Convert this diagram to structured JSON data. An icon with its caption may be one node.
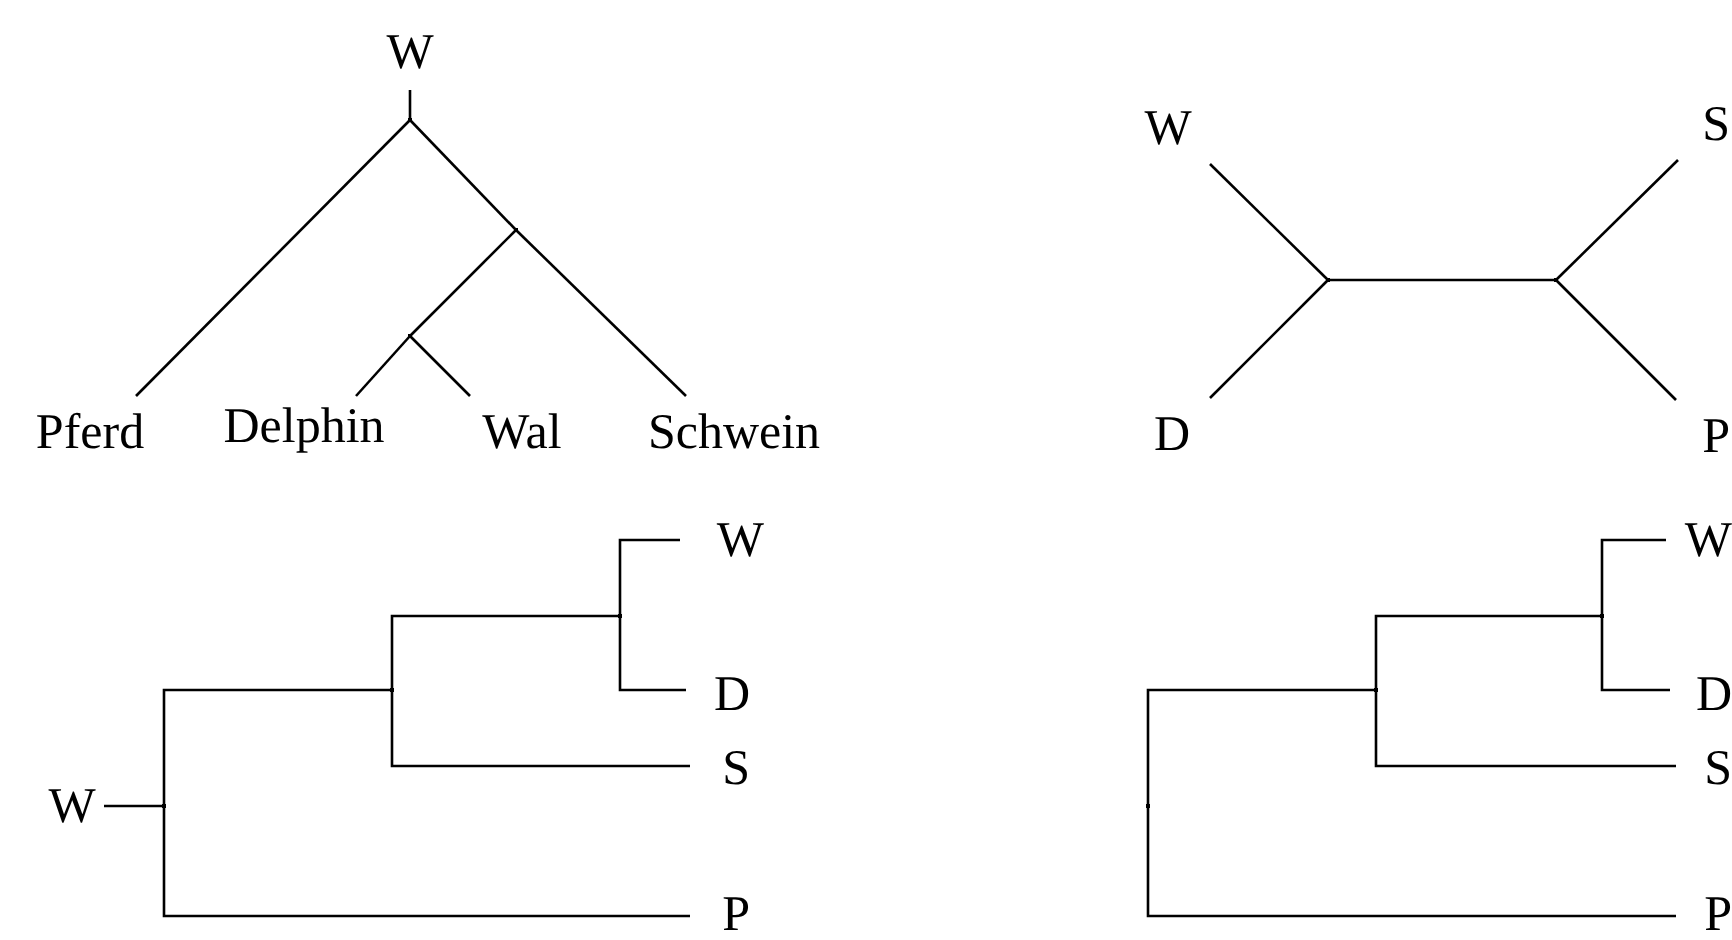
{
  "diagram": {
    "nodes": [
      {
        "text": [
          "W"
        ]
      },
      {
        "text": [],
        "shape": "point"
      },
      {
        "text": [
          "Pferd"
        ]
      },
      {
        "text": [],
        "shape": "point"
      },
      {
        "text": [],
        "shape": "point"
      },
      {
        "text": [
          "Delphin"
        ]
      },
      {
        "text": [
          "Wal"
        ]
      },
      {
        "text": [
          "Schwein"
        ]
      },
      {
        "text": [
          "W"
        ]
      },
      {
        "text": [
          "S"
        ]
      },
      {
        "text": [],
        "shape": "point"
      },
      {
        "text": [],
        "shape": "point"
      },
      {
        "text": [
          "D"
        ]
      },
      {
        "text": [
          "P"
        ]
      },
      {
        "text": [
          "W"
        ]
      },
      {
        "text": [],
        "shape": "point"
      },
      {
        "text": [],
        "shape": "point"
      },
      {
        "text": [
          "D"
        ]
      },
      {
        "text": [
          "S"
        ]
      },
      {
        "text": [
          "W"
        ]
      },
      {
        "text": [],
        "shape": "point"
      },
      {
        "text": [
          "P"
        ]
      },
      {
        "text": [
          "W"
        ]
      },
      {
        "text": [],
        "shape": "point"
      },
      {
        "text": [],
        "shape": "point"
      },
      {
        "text": [
          "D"
        ]
      },
      {
        "text": [
          "S"
        ]
      },
      {
        "text": [],
        "shape": "point"
      },
      {
        "text": [
          "P"
        ]
      }
    ],
    "edges": [
      {
        "from": 0,
        "to": 1,
        "arrow": "none"
      },
      {
        "from": 1,
        "to": 2,
        "arrow": "none"
      },
      {
        "from": 1,
        "to": 3,
        "arrow": "none"
      },
      {
        "from": 3,
        "to": 4,
        "arrow": "none"
      },
      {
        "from": 3,
        "to": 7,
        "arrow": "none"
      },
      {
        "from": 4,
        "to": 5,
        "arrow": "none"
      },
      {
        "from": 4,
        "to": 6,
        "arrow": "none"
      },
      {
        "from": 8,
        "to": 10,
        "arrow": "none"
      },
      {
        "from": 12,
        "to": 10,
        "arrow": "none"
      },
      {
        "from": 10,
        "to": 11,
        "arrow": "none"
      },
      {
        "from": 11,
        "to": 9,
        "arrow": "none"
      },
      {
        "from": 11,
        "to": 13,
        "arrow": "none"
      },
      {
        "from": 15,
        "to": 14,
        "arrow": "none"
      },
      {
        "from": 15,
        "to": 17,
        "arrow": "none"
      },
      {
        "from": 16,
        "to": 15,
        "arrow": "none"
      },
      {
        "from": 16,
        "to": 18,
        "arrow": "none"
      },
      {
        "from": 19,
        "to": 20,
        "arrow": "none"
      },
      {
        "from": 20,
        "to": 16,
        "arrow": "none"
      },
      {
        "from": 20,
        "to": 21,
        "arrow": "none"
      },
      {
        "from": 23,
        "to": 22,
        "arrow": "none"
      },
      {
        "from": 23,
        "to": 25,
        "arrow": "none"
      },
      {
        "from": 24,
        "to": 23,
        "arrow": "none"
      },
      {
        "from": 24,
        "to": 26,
        "arrow": "none"
      },
      {
        "from": 27,
        "to": 24,
        "arrow": "none"
      },
      {
        "from": 27,
        "to": 28,
        "arrow": "none"
      }
    ]
  }
}
